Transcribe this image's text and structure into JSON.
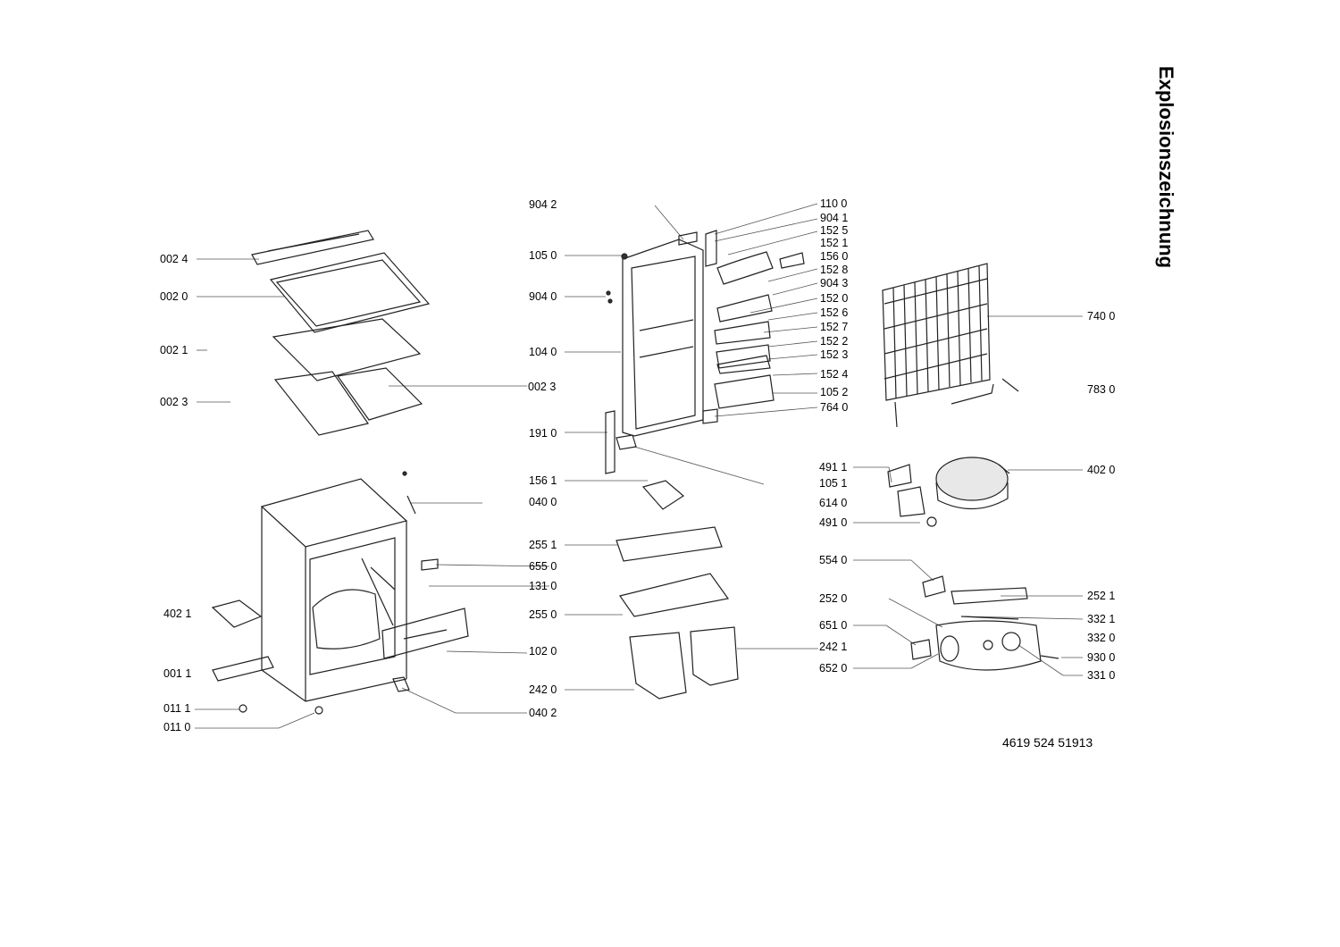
{
  "title": "Explosionszeichnung",
  "document_number": "4619 524 51913",
  "labels": [
    "002 4",
    "002 0",
    "002 1",
    "002 3",
    "002 3",
    "904 2",
    "105 0",
    "904 0",
    "104 0",
    "191 0",
    "156 1",
    "040 0",
    "255 1",
    "655 0",
    "131 0",
    "255 0",
    "402 1",
    "102 0",
    "001 1",
    "242 0",
    "242 1",
    "011 1",
    "011 0",
    "040 2",
    "110 0",
    "904 1",
    "152 5",
    "152 1",
    "156 0",
    "152 8",
    "904 3",
    "152 0",
    "152 6",
    "152 7",
    "152 2",
    "152 3",
    "152 4",
    "105 2",
    "764 0",
    "740 0",
    "783 0",
    "491 1",
    "105 1",
    "614 0",
    "491 0",
    "402 0",
    "554 0",
    "252 0",
    "252 1",
    "332 1",
    "651 0",
    "332 0",
    "930 0",
    "652 0",
    "331 0"
  ]
}
